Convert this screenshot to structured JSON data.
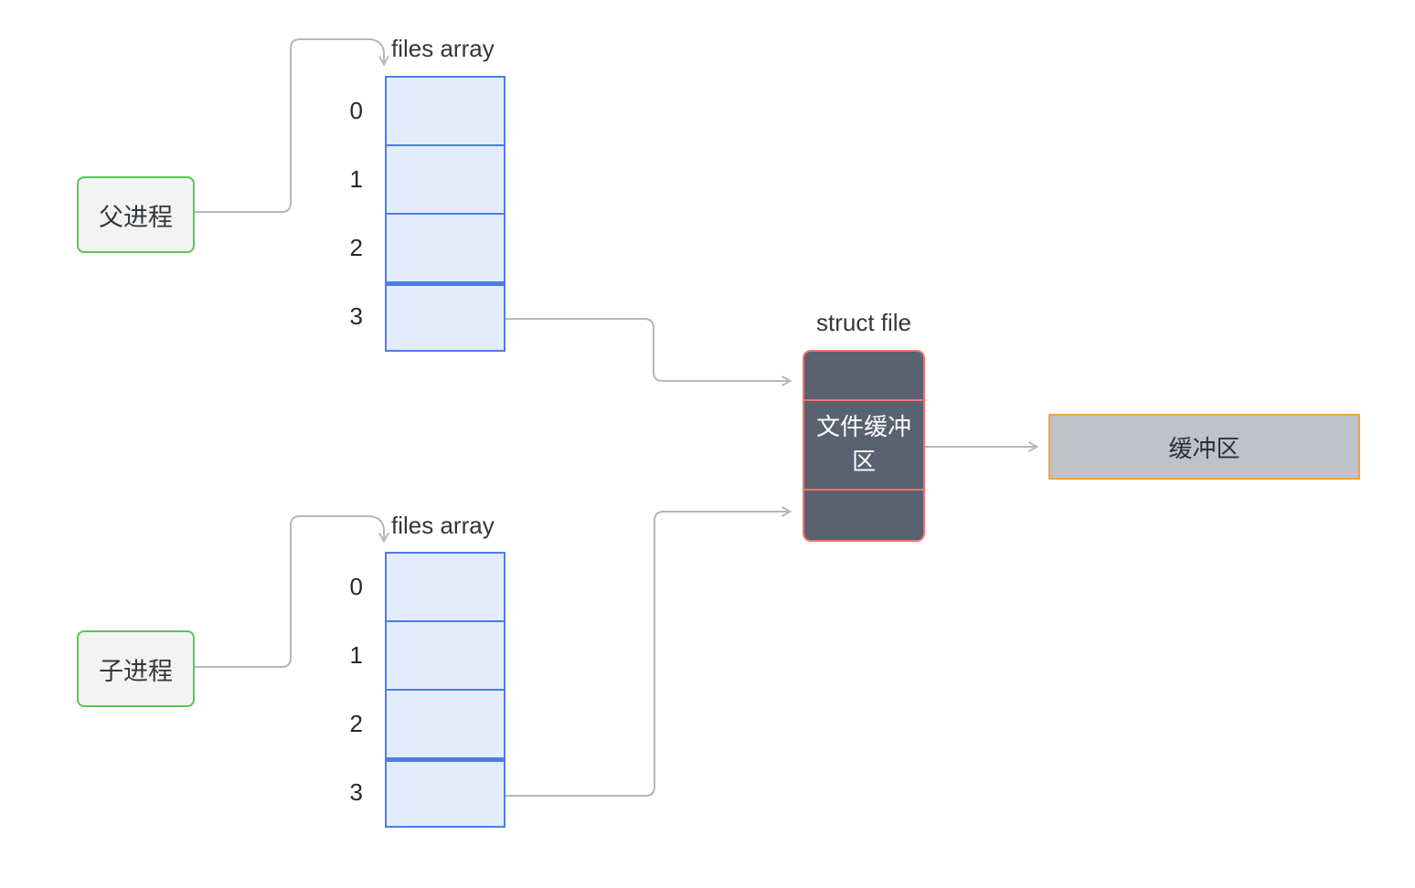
{
  "colors": {
    "connector": "#b4b7bc",
    "process-border": "#5bc554",
    "process-fill": "#f2f3f2",
    "array-border": "#4d7de8",
    "array-fill": "#e3ebfc",
    "struct-border": "#f5726b",
    "struct-fill": "#5a6170",
    "buffer-border": "#f0a43c",
    "buffer-fill": "#bfc2c8",
    "text": "#33373b",
    "struct-text": "#ffffff"
  },
  "parent_process": {
    "label": "父进程"
  },
  "child_process": {
    "label": "子进程"
  },
  "parent_array": {
    "title": "files array",
    "indices": [
      "0",
      "1",
      "2",
      "3"
    ]
  },
  "child_array": {
    "title": "files array",
    "indices": [
      "0",
      "1",
      "2",
      "3"
    ]
  },
  "struct_file": {
    "title": "struct file",
    "middle_label": "文件缓冲区"
  },
  "buffer": {
    "label": "缓冲区"
  }
}
